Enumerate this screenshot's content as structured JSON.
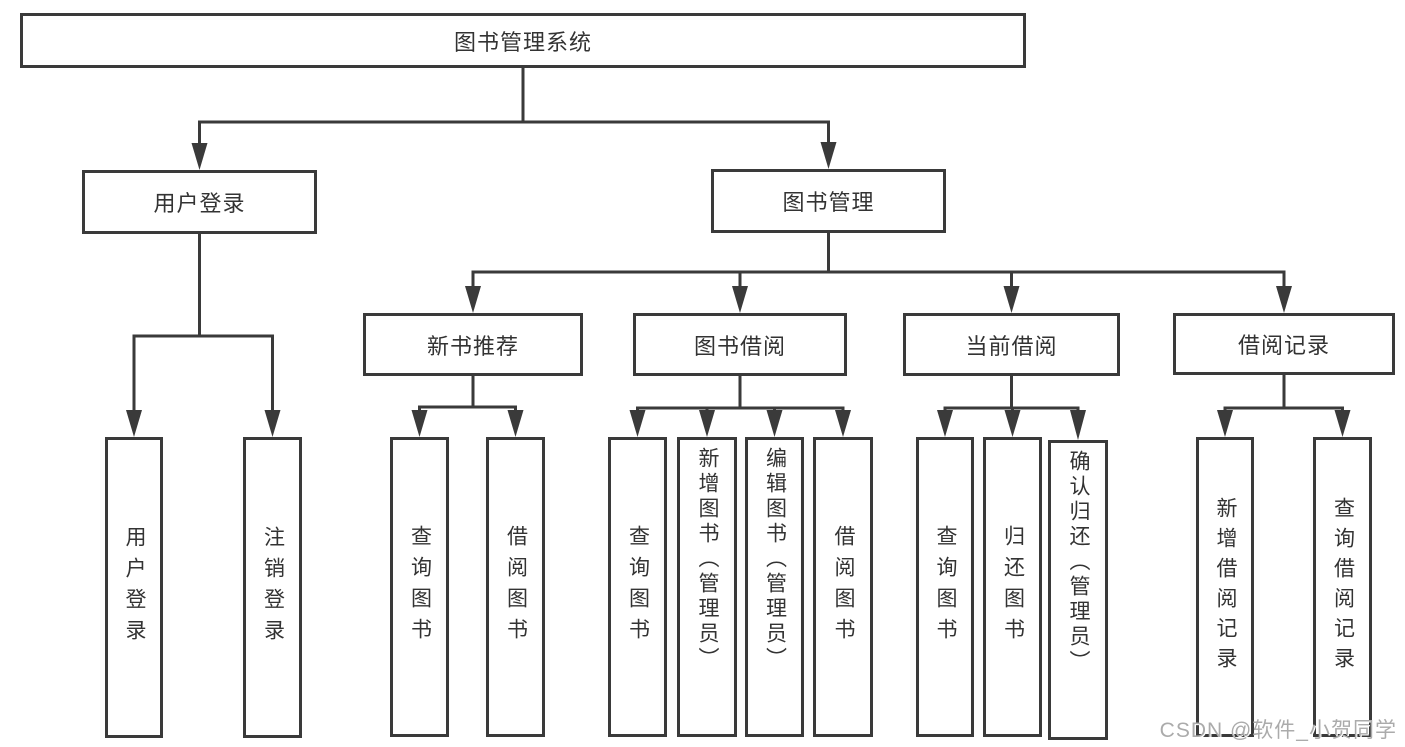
{
  "diagram": {
    "title": "图书管理系统",
    "watermark": "CSDN @软件_小贺同学",
    "colors": {
      "line": "#3a3a3a",
      "text": "#333333",
      "background": "#ffffff",
      "watermark": "#ababab"
    },
    "nodes": {
      "root": {
        "label": "图书管理系统"
      },
      "user_login": {
        "label": "用户登录"
      },
      "book_management": {
        "label": "图书管理"
      },
      "new_book_recommend": {
        "label": "新书推荐"
      },
      "book_borrowing": {
        "label": "图书借阅"
      },
      "current_borrowing": {
        "label": "当前借阅"
      },
      "borrowing_records": {
        "label": "借阅记录"
      },
      "leaf_user_login": {
        "label": "用户登录"
      },
      "leaf_logout": {
        "label": "注销登录"
      },
      "leaf_query_books_a": {
        "label": "查询图书"
      },
      "leaf_borrow_books_a": {
        "label": "借阅图书"
      },
      "leaf_query_books_b": {
        "label": "查询图书"
      },
      "leaf_add_books": {
        "label": "新增图书（管理员）"
      },
      "leaf_edit_books": {
        "label": "编辑图书（管理员）"
      },
      "leaf_borrow_books_b": {
        "label": "借阅图书"
      },
      "leaf_query_books_c": {
        "label": "查询图书"
      },
      "leaf_return_books": {
        "label": "归还图书"
      },
      "leaf_confirm_return": {
        "label": "确认归还（管理员）"
      },
      "leaf_add_record": {
        "label": "新增借阅记录"
      },
      "leaf_query_record": {
        "label": "查询借阅记录"
      }
    },
    "hierarchy": {
      "图书管理系统": [
        "用户登录",
        "图书管理"
      ],
      "用户登录": [
        "用户登录",
        "注销登录"
      ],
      "图书管理": [
        "新书推荐",
        "图书借阅",
        "当前借阅",
        "借阅记录"
      ],
      "新书推荐": [
        "查询图书",
        "借阅图书"
      ],
      "图书借阅": [
        "查询图书",
        "新增图书（管理员）",
        "编辑图书（管理员）",
        "借阅图书"
      ],
      "当前借阅": [
        "查询图书",
        "归还图书",
        "确认归还（管理员）"
      ],
      "借阅记录": [
        "新增借阅记录",
        "查询借阅记录"
      ]
    }
  }
}
